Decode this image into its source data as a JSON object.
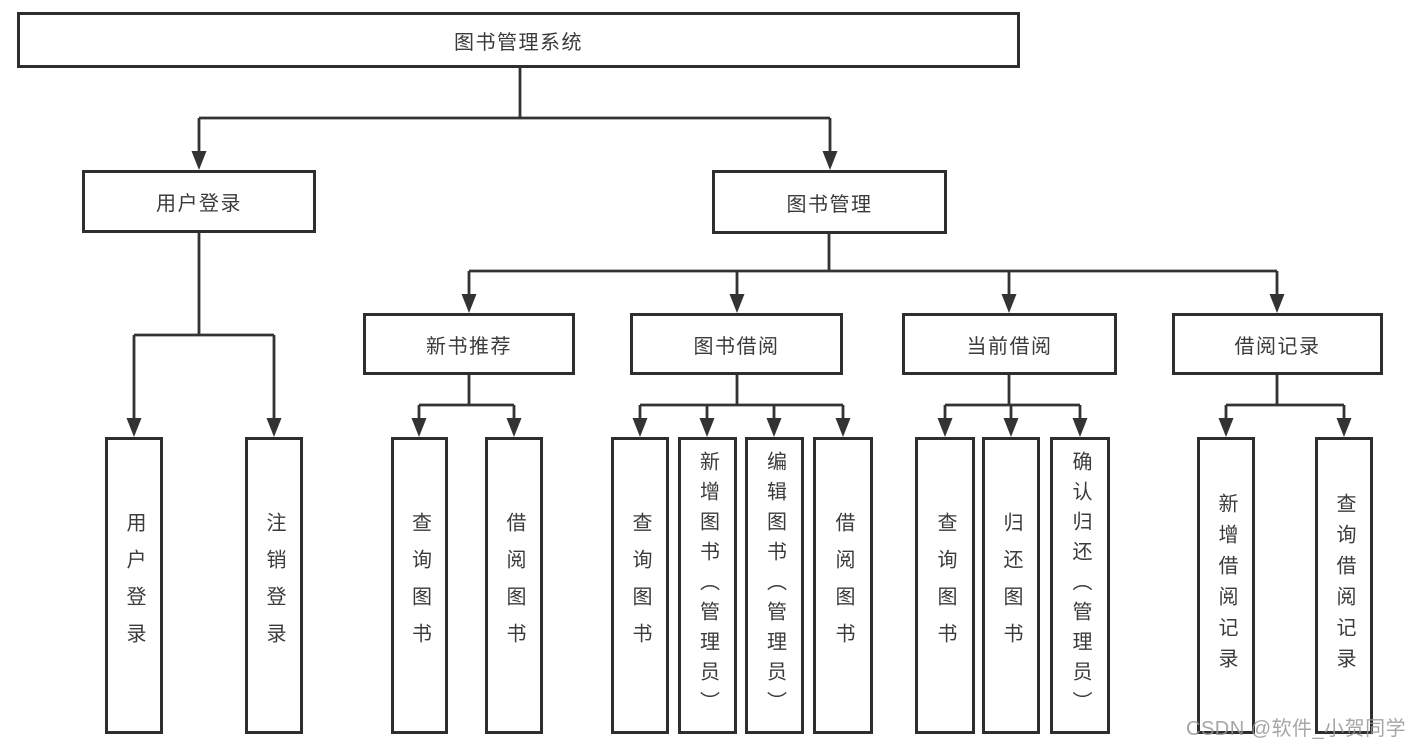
{
  "diagram": {
    "kind": "functional-structure-tree",
    "title": "图书管理系统"
  },
  "tree": {
    "root": {
      "label": "图书管理系统",
      "children": [
        {
          "label": "用户登录",
          "children": [
            {
              "label": "用户登录"
            },
            {
              "label": "注销登录"
            }
          ]
        },
        {
          "label": "图书管理",
          "children": [
            {
              "label": "新书推荐",
              "children": [
                {
                  "label": "查询图书"
                },
                {
                  "label": "借阅图书"
                }
              ]
            },
            {
              "label": "图书借阅",
              "children": [
                {
                  "label": "查询图书"
                },
                {
                  "label": "新增图书（管理员）"
                },
                {
                  "label": "编辑图书（管理员）"
                },
                {
                  "label": "借阅图书"
                }
              ]
            },
            {
              "label": "当前借阅",
              "children": [
                {
                  "label": "查询图书"
                },
                {
                  "label": "归还图书"
                },
                {
                  "label": "确认归还（管理员）"
                }
              ]
            },
            {
              "label": "借阅记录",
              "children": [
                {
                  "label": "新增借阅记录"
                },
                {
                  "label": "查询借阅记录"
                }
              ]
            }
          ]
        }
      ]
    }
  },
  "watermark": {
    "text": "CSDN @软件_小贺同学"
  },
  "colors": {
    "background": "#ffffff",
    "box_border": "#2e2e2e",
    "line": "#333333",
    "text": "#3b3b3b",
    "watermark": "#969696"
  }
}
